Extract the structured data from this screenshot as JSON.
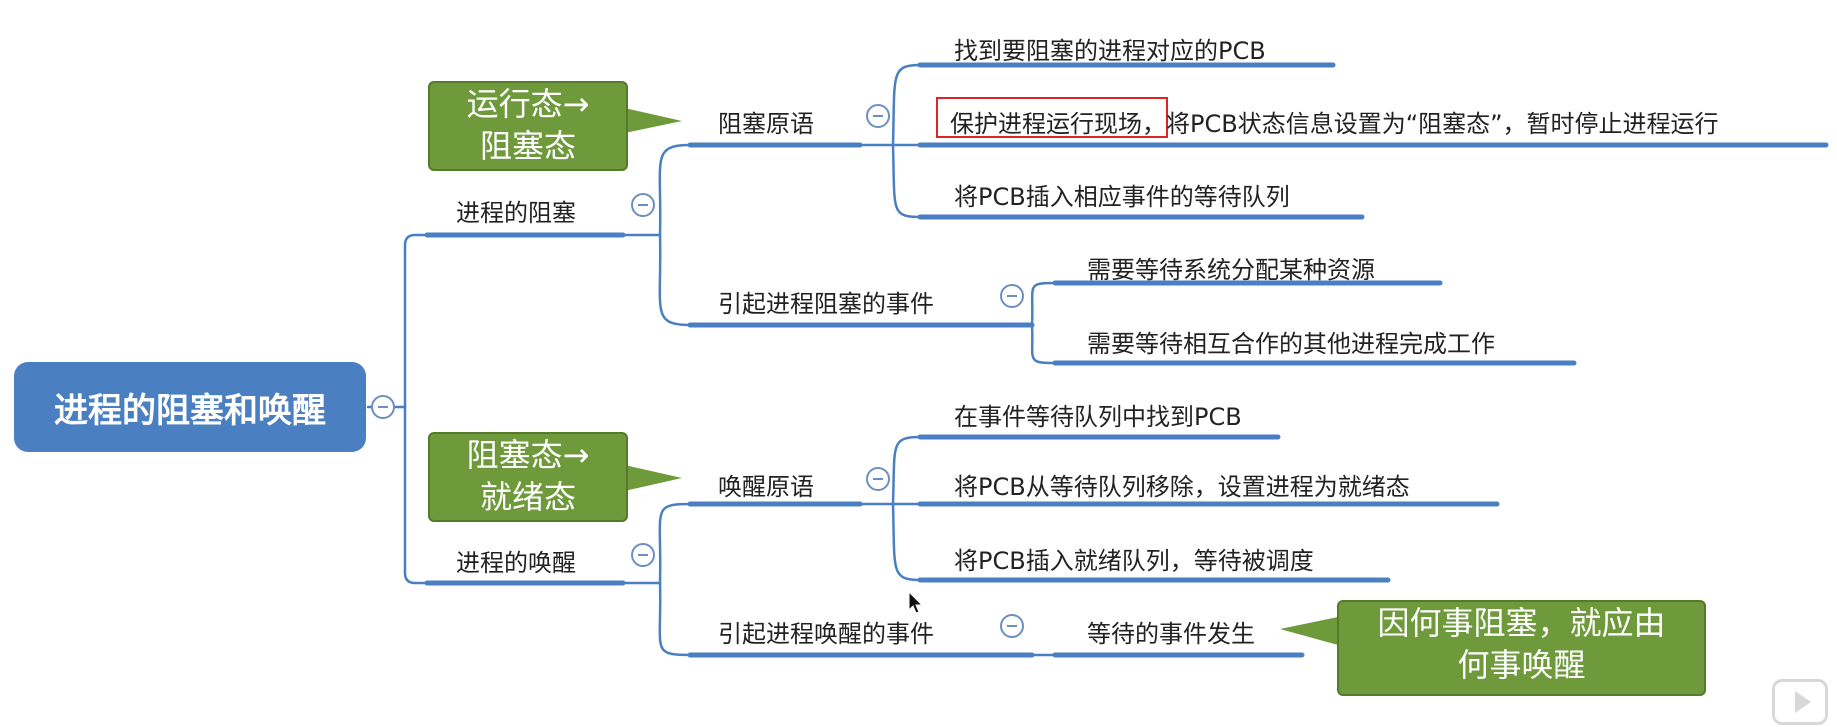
{
  "root": {
    "title": "进程的阻塞和唤醒"
  },
  "block": {
    "title": "进程的阻塞",
    "callout": [
      "运行态→",
      "阻塞态"
    ],
    "primitive": {
      "title": "阻塞原语",
      "steps": [
        "找到要阻塞的进程对应的PCB",
        "保护进程运行现场，将PCB状态信息设置为“阻塞态”，暂时停止进程运行",
        "将PCB插入相应事件的等待队列"
      ]
    },
    "events": {
      "title": "引起进程阻塞的事件",
      "items": [
        "需要等待系统分配某种资源",
        "需要等待相互合作的其他进程完成工作"
      ]
    }
  },
  "wake": {
    "title": "进程的唤醒",
    "callout": [
      "阻塞态→",
      "就绪态"
    ],
    "primitive": {
      "title": "唤醒原语",
      "steps": [
        "在事件等待队列中找到PCB",
        "将PCB从等待队列移除，设置进程为就绪态",
        "将PCB插入就绪队列，等待被调度"
      ]
    },
    "events": {
      "title": "引起进程唤醒的事件",
      "items": [
        "等待的事件发生"
      ],
      "note": [
        "因何事阻塞，就应由",
        "何事唤醒"
      ]
    }
  },
  "colors": {
    "root": "#4a7fc1",
    "branch_line": "#4a7fc1",
    "callout": "#6e9a3c",
    "highlight_box": "#e02424"
  },
  "icons": [
    "collapse-icon",
    "play-icon",
    "mouse-cursor-icon"
  ]
}
